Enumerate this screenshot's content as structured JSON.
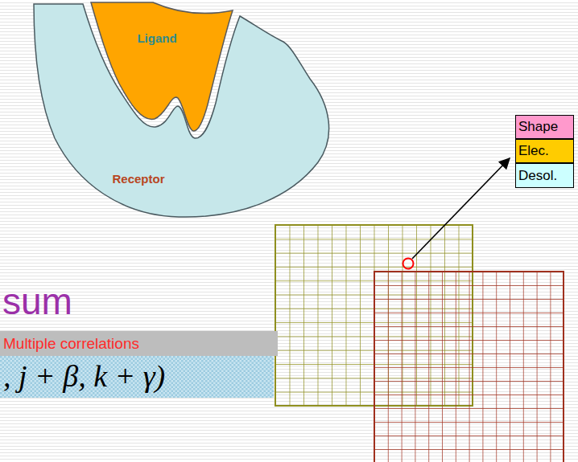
{
  "diagram": {
    "nodes": [
      {
        "text": [
          "Ligand"
        ]
      },
      {
        "text": [
          "Receptor"
        ]
      },
      {
        "text": [
          "Shape"
        ]
      },
      {
        "text": [
          "Elec."
        ]
      },
      {
        "text": [
          "Desol."
        ]
      }
    ],
    "labels": [
      "sum",
      "Multiple correlations",
      ", j + β, k + γ)"
    ]
  }
}
